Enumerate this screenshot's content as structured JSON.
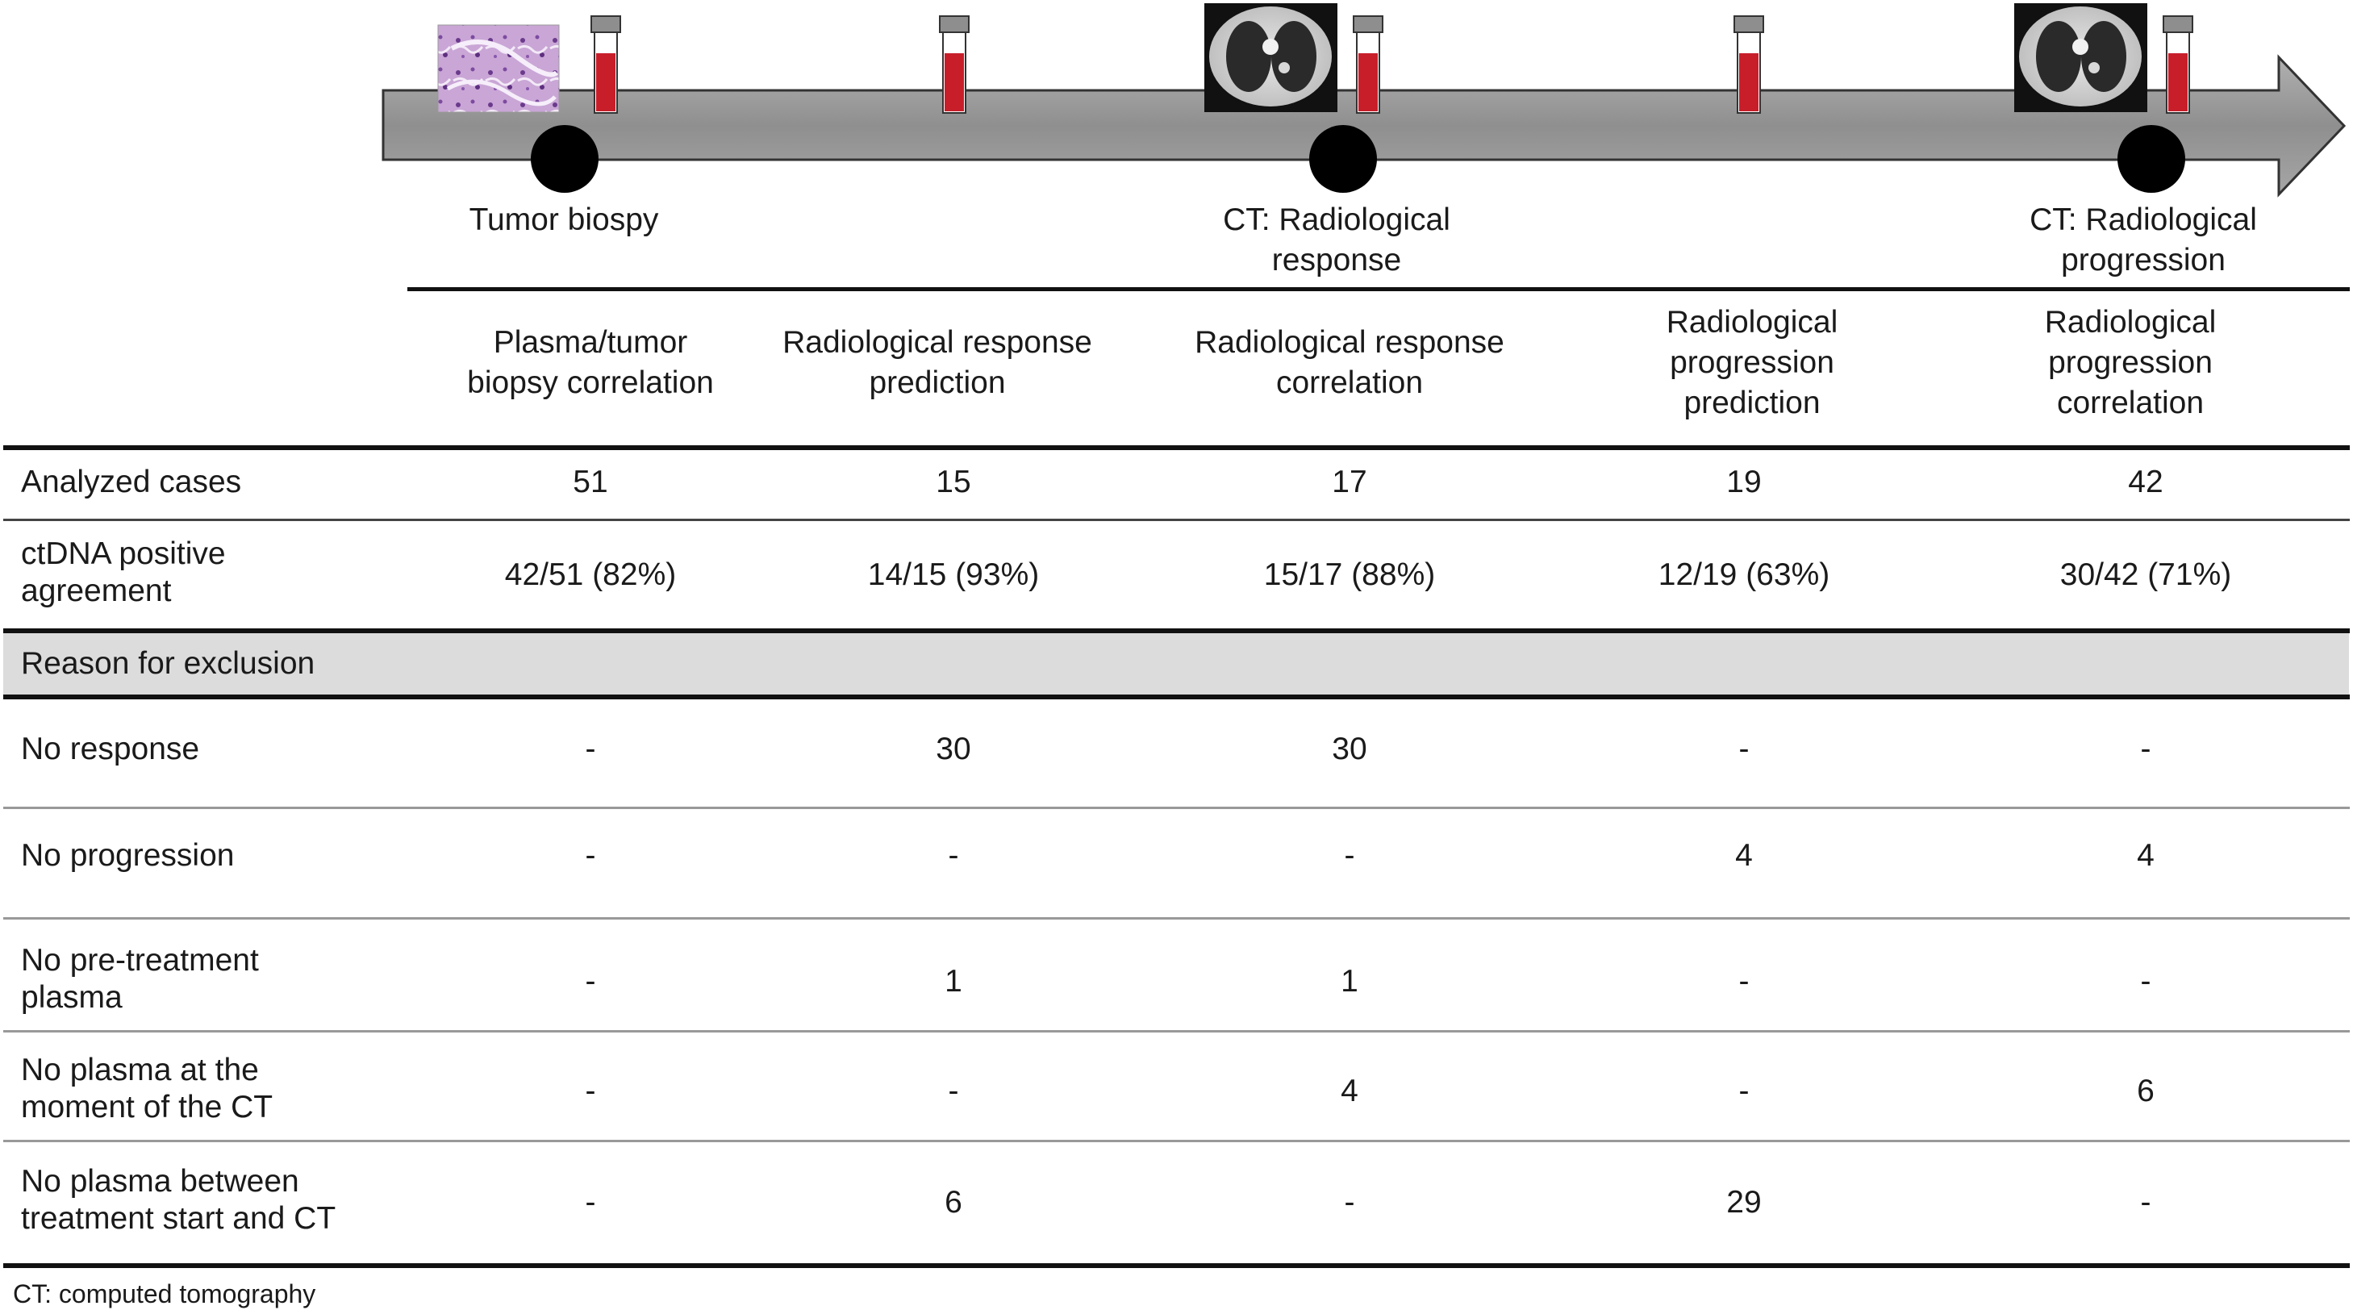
{
  "timeline": {
    "events": [
      {
        "lines": [
          "Tumor biospy"
        ],
        "icon": "histology-slide-icon"
      },
      {
        "lines": [],
        "icon": "none"
      },
      {
        "lines": [
          "CT: Radiological",
          "response"
        ],
        "icon": "ct-scan-icon"
      },
      {
        "lines": [],
        "icon": "none"
      },
      {
        "lines": [
          "CT: Radiological",
          "progression"
        ],
        "icon": "ct-scan-icon"
      }
    ],
    "colors": {
      "arrow": "#9a9a9a",
      "arrow_stroke": "#333333",
      "marker": "#000000",
      "blood": "#c81e2a",
      "cap": "#8e8e8e"
    }
  },
  "table": {
    "columns": [
      {
        "lines": [
          "Plasma/tumor",
          "biopsy correlation"
        ]
      },
      {
        "lines": [
          "Radiological response",
          "prediction"
        ]
      },
      {
        "lines": [
          "Radiological response",
          "correlation"
        ]
      },
      {
        "lines": [
          "Radiological",
          "progression",
          "prediction"
        ]
      },
      {
        "lines": [
          "Radiological",
          "progression",
          "correlation"
        ]
      }
    ],
    "rows": [
      {
        "label": [
          "Analyzed cases"
        ],
        "values": [
          "51",
          "15",
          "17",
          "19",
          "42"
        ]
      },
      {
        "label": [
          "ctDNA positive",
          "agreement"
        ],
        "values": [
          "42/51 (82%)",
          "14/15 (93%)",
          "15/17 (88%)",
          "12/19 (63%)",
          "30/42 (71%)"
        ]
      }
    ],
    "section_label": "Reason for exclusion",
    "exclusion_rows": [
      {
        "label": [
          "No response"
        ],
        "values": [
          "-",
          "30",
          "30",
          "-",
          "-"
        ]
      },
      {
        "label": [
          "No progression"
        ],
        "values": [
          "-",
          "-",
          "-",
          "4",
          "4"
        ]
      },
      {
        "label": [
          "No pre-treatment",
          "plasma"
        ],
        "values": [
          "-",
          "1",
          "1",
          "-",
          "-"
        ]
      },
      {
        "label": [
          "No plasma at the",
          "moment of the CT"
        ],
        "values": [
          "-",
          "-",
          "4",
          "-",
          "6"
        ]
      },
      {
        "label": [
          "No plasma between",
          "treatment start and CT"
        ],
        "values": [
          "-",
          "6",
          "-",
          "29",
          "-"
        ]
      }
    ],
    "section_color": "#dcdcdc"
  },
  "footnote": "CT: computed tomography"
}
